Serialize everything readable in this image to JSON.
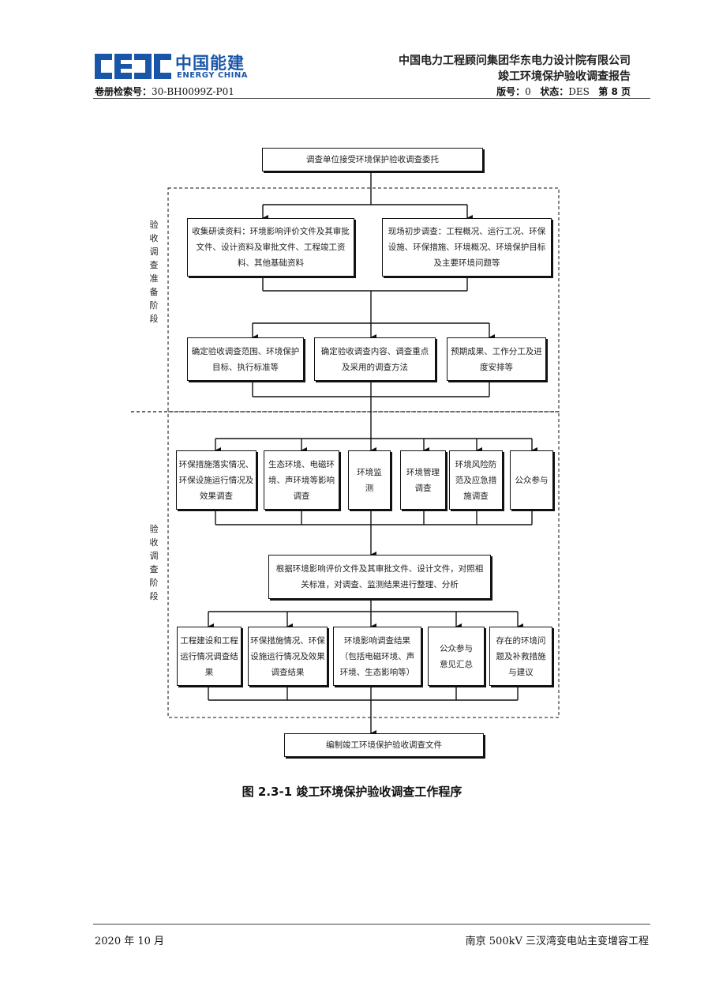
{
  "header": {
    "logo_cn": "中国能建",
    "logo_en": "ENERGY CHINA",
    "company": "中国电力工程顾问集团华东电力设计院有限公司",
    "report": "竣工环境保护验收调查报告",
    "volume_label": "卷册检索号：",
    "volume_value": "30-BH0099Z-P01",
    "version_label": "版号：",
    "version_value": "0",
    "status_label": "状态：",
    "status_value": "DES",
    "page_text": "第 8 页"
  },
  "colors": {
    "logo_blue": "#1a56a8"
  },
  "flowchart": {
    "phase1_label": "验收调查准备阶段",
    "phase2_label": "验收调查阶段",
    "nodes": {
      "n0": "调查单位接受环境保护验收调查委托",
      "n1": "收集研读资料：环境影响评价文件及其审批文件、设计资料及审批文件、工程竣工资料、其他基础资料",
      "n2": "现场初步调查：工程概况、运行工况、环保设施、环保措施、环境概况、环境保护目标及主要环境问题等",
      "n3": "确定验收调查范围、环境保护目标、执行标准等",
      "n4": "确定验收调查内容、调查重点及采用的调查方法",
      "n5": "预期成果、工作分工及进度安排等",
      "n6": "环保措施落实情况、环保设施运行情况及效果调查",
      "n7": "生态环境、电磁环境、声环境等影响调查",
      "n8": "环境监测",
      "n9": "环境管理调查",
      "n10": "环境风险防范及应急措施调查",
      "n11": "公众参与",
      "n12": "根据环境影响评价文件及其审批文件、设计文件，对照相关标准，对调查、监测结果进行整理、分析",
      "n13": "工程建设和工程运行情况调查结果",
      "n14": "环保措施情况、环保设施运行情况及效果调查结果",
      "n15": "环境影响调查结果（包括电磁环境、声环境、生态影响等）",
      "n16": "公众参与意见汇总",
      "n17": "存在的环境问题及补救措施与建议",
      "n18": "编制竣工环境保护验收调查文件"
    }
  },
  "caption": "图 2.3-1    竣工环境保护验收调查工作程序",
  "footer": {
    "date": "2020 年 10 月",
    "project": "南京 500kV 三汊湾变电站主变增容工程"
  }
}
